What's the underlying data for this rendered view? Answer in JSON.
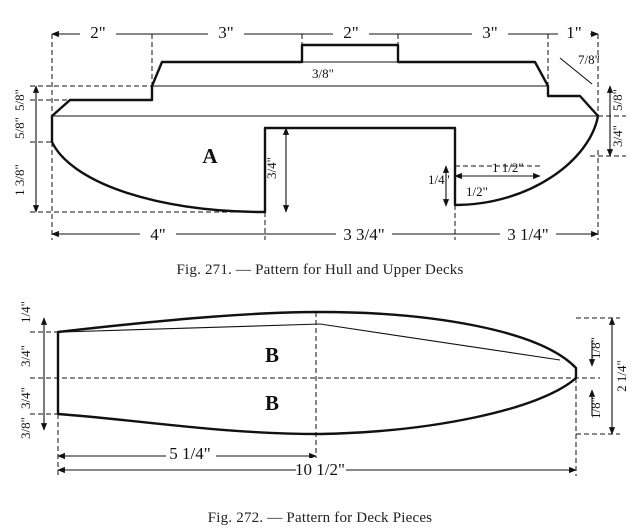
{
  "figures": [
    {
      "caption": "Fig. 271. — Pattern for Hull and Upper Decks",
      "piece_label": "A",
      "top_dimensions": [
        "2\"",
        "3\"",
        "2\"",
        "3\"",
        "1\""
      ],
      "bottom_dimensions": [
        "4\"",
        "3 3/4\"",
        "3 1/4\""
      ],
      "side_dimensions": [
        "5/8\"",
        "5/8\"",
        "1 3/8\"",
        "3/8\"",
        "3/4\"",
        "7/8\"",
        "5/8\"",
        "3/4\"",
        "1/4\"",
        "1 1/2\"",
        "1/2\""
      ]
    },
    {
      "caption": "Fig. 272. — Pattern for Deck Pieces",
      "piece_labels": [
        "B",
        "B"
      ],
      "left_dimensions": [
        "1/4\"",
        "3/4\"",
        "3/4\"",
        "3/8\""
      ],
      "right_dimensions": [
        "1/8\"",
        "2 1/4\"",
        "1/8\""
      ],
      "bottom_dimensions": [
        "5 1/4\"",
        "10 1/2\""
      ]
    }
  ]
}
